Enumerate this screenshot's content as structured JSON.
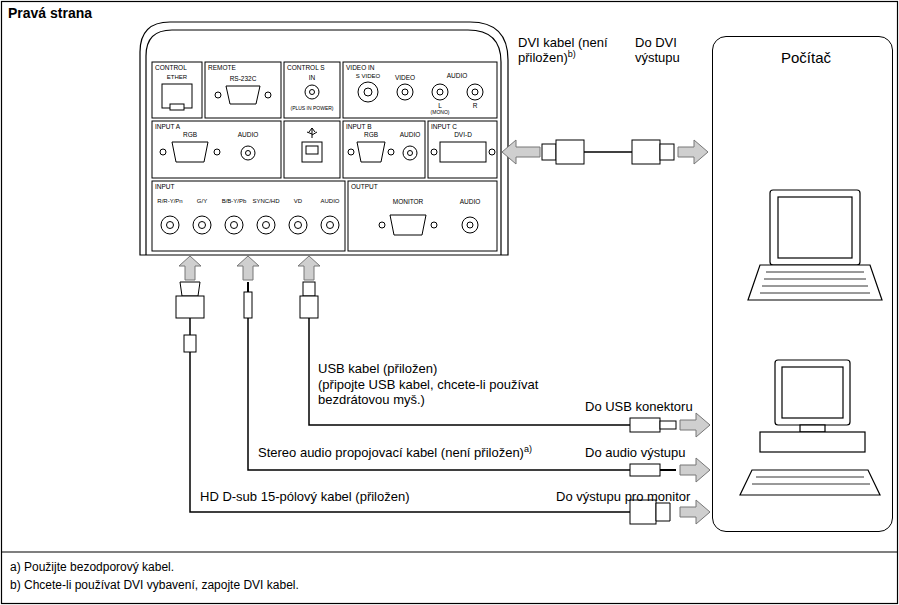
{
  "diagram": {
    "title": "Pravá strana",
    "nodes": [
      {
        "text": [
          "Počítač"
        ]
      }
    ],
    "labels": [
      "CONTROL",
      "ETHER",
      "REMOTE",
      "RS-232C",
      "CONTROL S",
      "IN",
      "(PLUS IN POWER)",
      "VIDEO IN",
      "S VIDEO",
      "VIDEO",
      "AUDIO",
      "L",
      "(MONO)",
      "R",
      "INPUT A",
      "RGB",
      "AUDIO",
      "INPUT B",
      "RGB",
      "AUDIO",
      "INPUT C",
      "DVI-D",
      "INPUT",
      "R/R-Y/Pn",
      "G/Y",
      "B/B-Y/Pb",
      "SYNC/HD",
      "VD",
      "AUDIO",
      "OUTPUT",
      "MONITOR",
      "AUDIO",
      "DVI kabel (není přiložen)",
      "b)",
      "Do DVI výstupu",
      "USB kabel (přiložen)",
      "(připojte USB kabel, chcete-li používat bezdrátovou myš.)",
      "Do USB konektoru",
      "Stereo audio propojovací kabel (není přiložen)",
      "a)",
      "Do audio výstupu",
      "HD D-sub 15-pólový kabel (přiložen)",
      "Do výstupu pro monitor",
      "a) Použijte bezodporový kabel.",
      "b) Chcete-li používat DVI vybavení, zapojte DVI kabel."
    ]
  }
}
